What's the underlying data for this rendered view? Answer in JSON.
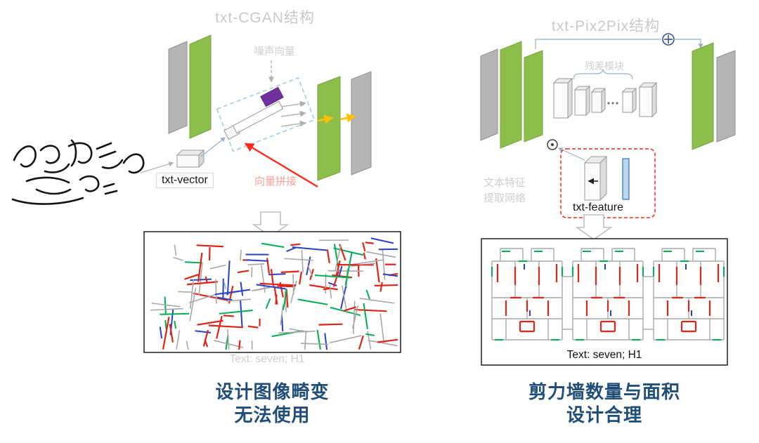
{
  "figure": {
    "left": {
      "title": "txt-CGAN结构",
      "noise_label": "噪声向量",
      "concat_label": "向量拼接",
      "vector_label": "txt-vector",
      "result_caption": "Text: seven; H1",
      "verdict": [
        "设计图像畸变",
        "无法使用"
      ]
    },
    "right": {
      "title": "txt-Pix2Pix结构",
      "residual_label": "残差模块",
      "feature_net": [
        "文本特征",
        "提取网络"
      ],
      "feature_label": "txt-feature",
      "plan_caption": "Text: seven; H1",
      "verdict": [
        "剪力墙数量与面积",
        "设计合理"
      ]
    },
    "colors": {
      "green": "#8cbe4b",
      "gray": "#b5b5b5",
      "purple": "#7030a0",
      "yellow": "#ffc000",
      "red": "#ff2a1a",
      "blue": "#2e74b5",
      "navy": "#1f4e79",
      "faint": "#c9c9c9",
      "plan": {
        "wall": "#a8a8a8",
        "shear": "#e02416",
        "beam": "#00b050",
        "column": "#2742c8"
      }
    }
  }
}
